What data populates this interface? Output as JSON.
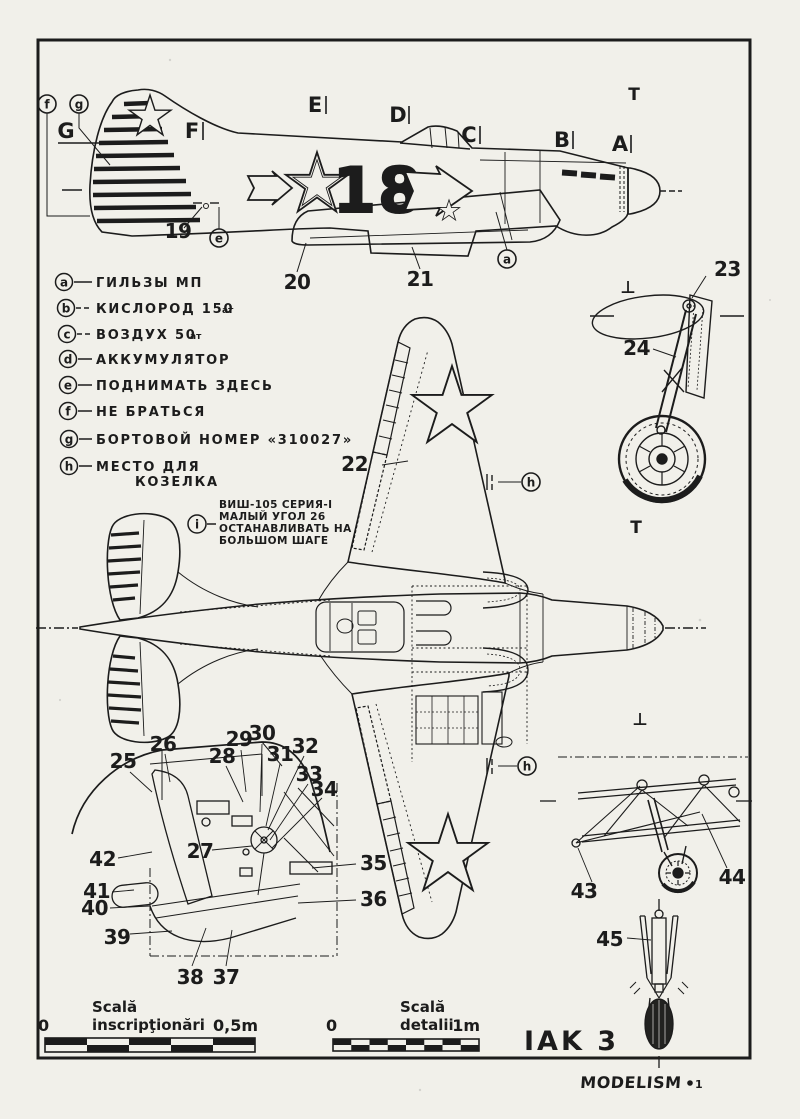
{
  "page": {
    "bg": "#f1f0ea",
    "ink": "#1c1c1c",
    "title": "IAK 3"
  },
  "footer": {
    "logo": "MODELISM",
    "bullet": "•",
    "issue": "1"
  },
  "side_view": {
    "sections": {
      "A": "A",
      "B": "B",
      "C": "C",
      "D": "D",
      "E": "E",
      "F": "F",
      "G": "G"
    },
    "board_number": "18"
  },
  "markers": {
    "a": "a",
    "e": "e",
    "f": "f",
    "g": "g",
    "h": "h",
    "i": "i"
  },
  "datum": {
    "tee": "T",
    "perp": "⊥"
  },
  "callouts": {
    "c19": "19",
    "c20": "20",
    "c21": "21",
    "c22": "22",
    "c23": "23",
    "c24": "24",
    "c25": "25",
    "c26": "26",
    "c27": "27",
    "c28": "28",
    "c29": "29",
    "c30": "30",
    "c31": "31",
    "c32": "32",
    "c33": "33",
    "c34": "34",
    "c35": "35",
    "c36": "36",
    "c37": "37",
    "c38": "38",
    "c39": "39",
    "c40": "40",
    "c41": "41",
    "c42": "42",
    "c43": "43",
    "c44": "44",
    "c45": "45"
  },
  "legend": {
    "items": [
      {
        "key": "a",
        "text": "ГИЛЬЗЫ МП"
      },
      {
        "key": "b",
        "text": "КИСЛОРОД 150",
        "unit": "ат"
      },
      {
        "key": "c",
        "text": "ВОЗДУХ 50",
        "unit": "ат"
      },
      {
        "key": "d",
        "text": "АККУМУЛЯТОР"
      },
      {
        "key": "e",
        "text": "ПОДНИМАТЬ ЗДЕСЬ"
      },
      {
        "key": "f",
        "text": "НЕ БРАТЬСЯ"
      },
      {
        "key": "g",
        "text": "БОРТОВОЙ НОМЕР «310027»"
      },
      {
        "key": "h",
        "text": "МЕСТО ДЛЯ",
        "text2": "КОЗЕЛКА"
      }
    ]
  },
  "note_i": {
    "key": "i",
    "lines": [
      "ВИШ-105 СЕРИЯ-I",
      "МАЛЫЙ УГОЛ 26",
      "ОСТАНАВЛИВАТЬ НА",
      "БОЛЬШОМ ШАГЕ"
    ]
  },
  "scales": {
    "inscriptions": {
      "l1": "Scală",
      "l2": "inscripţionări",
      "start": "0",
      "end": "0,5m"
    },
    "details": {
      "l1": "Scală",
      "l2": "detalii",
      "start": "0",
      "end": "1m"
    }
  }
}
